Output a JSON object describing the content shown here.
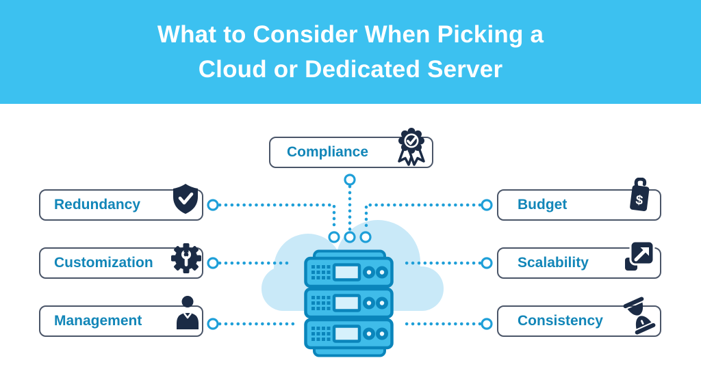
{
  "header": {
    "title_line1": "What to Consider When Picking a",
    "title_line2": "Cloud or Dedicated Server"
  },
  "nodes": {
    "compliance": {
      "label": "Compliance",
      "icon": "certificate-ribbon-icon"
    },
    "redundancy": {
      "label": "Redundancy",
      "icon": "shield-check-icon"
    },
    "customization": {
      "label": "Customization",
      "icon": "gear-wrench-icon"
    },
    "management": {
      "label": "Management",
      "icon": "person-icon"
    },
    "budget": {
      "label": "Budget",
      "icon": "price-tag-icon"
    },
    "scalability": {
      "label": "Scalability",
      "icon": "expand-arrow-icon"
    },
    "consistency": {
      "label": "Consistency",
      "icon": "hourglass-icon"
    }
  },
  "center": {
    "illustration": "cloud-with-server-stack"
  },
  "colors": {
    "header_bg": "#3CC1F0",
    "title_text": "#FFFFFF",
    "label_text": "#1286B8",
    "box_border": "#4A5568",
    "icon_navy": "#1B2B45",
    "dotted_line": "#1E9FD8",
    "cloud_fill": "#C9E9F8",
    "server_fill": "#3FBCE9",
    "server_stroke": "#0A85BB",
    "server_screen": "#D6F1FC"
  }
}
